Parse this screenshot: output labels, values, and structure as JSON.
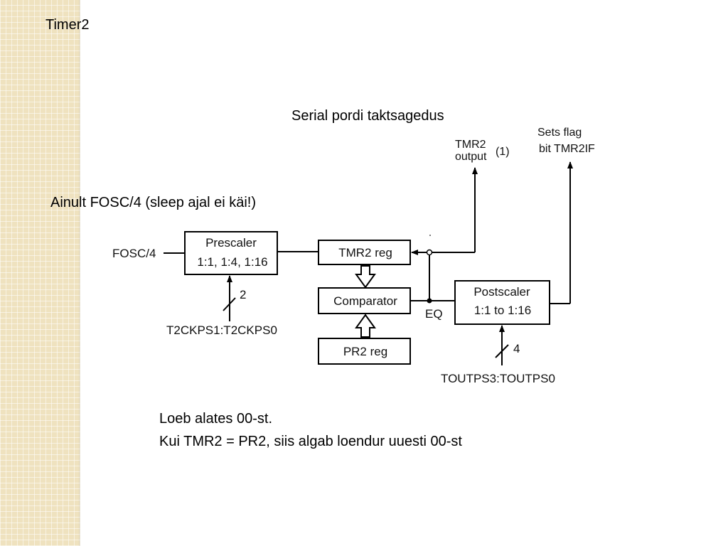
{
  "slide": {
    "title": "Timer2",
    "serial_label": "Serial pordi  taktsagedus",
    "fosc_note": "Ainult FOSC/4 (sleep ajal ei käi!)",
    "notes": [
      "Loeb alates 00-st.",
      "Kui TMR2 = PR2, siis algab loendur uuesti 00-st"
    ]
  },
  "diagram": {
    "input_label": "FOSC/4",
    "prescaler": {
      "title": "Prescaler",
      "ratios": "1:1, 1:4, 1:16"
    },
    "prescaler_bus": {
      "width": "2",
      "bits": "T2CKPS1:T2CKPS0"
    },
    "tmr2_reg": "TMR2 reg",
    "comparator": "Comparator",
    "pr2_reg": "PR2 reg",
    "eq_label": "EQ",
    "postscaler": {
      "title": "Postscaler",
      "ratios": "1:1  to 1:16"
    },
    "postscaler_bus": {
      "width": "4",
      "bits": "TOUTPS3:TOUTPS0"
    },
    "tmr2_output": {
      "line1": "TMR2",
      "line2": "output",
      "note": "(1)"
    },
    "flag": {
      "line1": "Sets flag",
      "line2": "bit TMR2IF"
    }
  },
  "colors": {
    "side_strip": "#efe2bf",
    "line": "#000000"
  }
}
